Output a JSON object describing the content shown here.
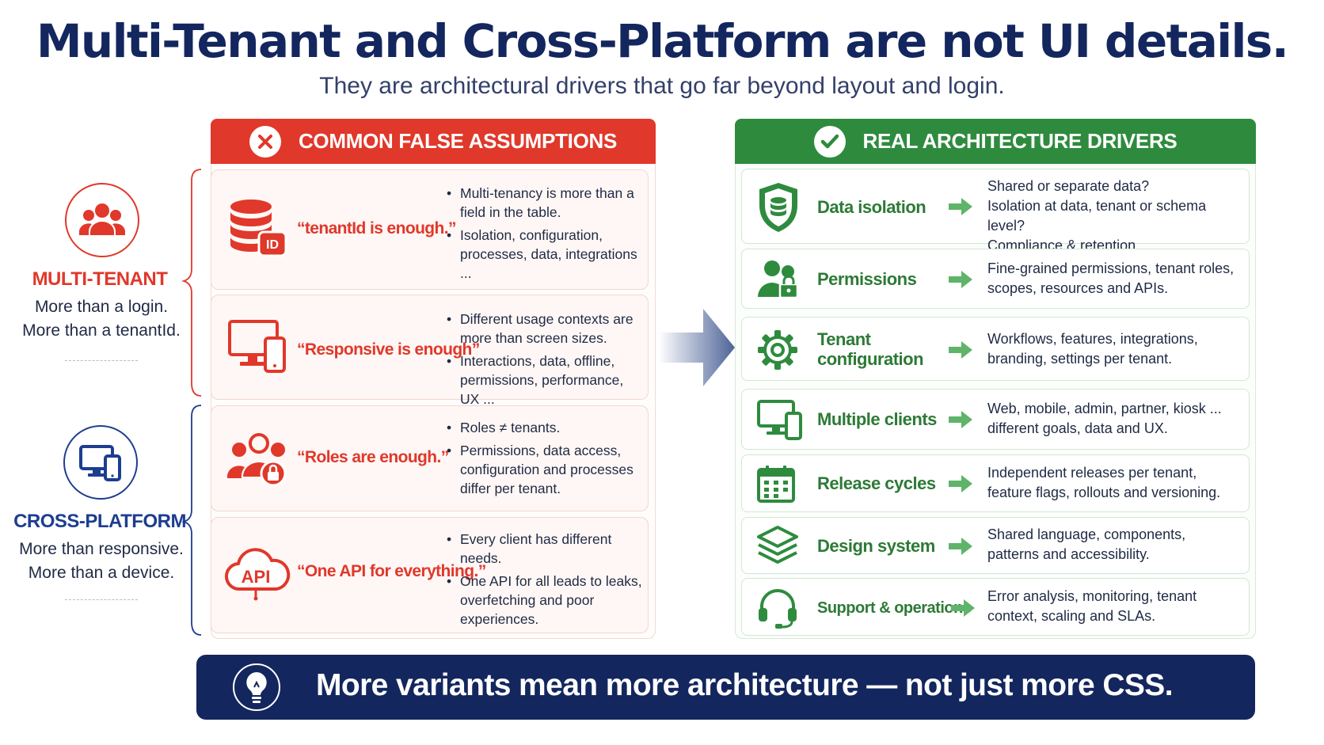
{
  "header": {
    "title": "Multi-Tenant and Cross-Platform are not UI details.",
    "subtitle": "They are architectural drivers that go far beyond layout and login."
  },
  "left_column": {
    "multi_tenant": {
      "title": "MULTI-TENANT",
      "line1": "More than a login.",
      "line2": "More than a tenantId."
    },
    "cross_platform": {
      "title": "CROSS-PLATFORM",
      "line1": "More than responsive.",
      "line2": "More than a device."
    }
  },
  "assumptions": {
    "heading": "COMMON FALSE ASSUMPTIONS",
    "items": [
      {
        "icon": "database-id-icon",
        "quote": "“tenantId is enough.”",
        "bullets": [
          "Multi-tenancy is more than a field in the table.",
          "Isolation, configuration, processes, data, integrations ..."
        ]
      },
      {
        "icon": "monitor-phone-icon",
        "quote": "“Responsive is enough”",
        "bullets": [
          "Different usage contexts are more than screen sizes.",
          "Interactions, data, offline, permissions, performance, UX ..."
        ]
      },
      {
        "icon": "users-lock-icon",
        "quote": "“Roles are enough.”",
        "bullets": [
          "Roles ≠ tenants.",
          "Permissions, data access, configuration and processes differ per tenant."
        ]
      },
      {
        "icon": "api-cloud-icon",
        "quote": "“One API for everything.”",
        "bullets": [
          "Every client has different needs.",
          "One API for all leads to leaks, overfetching and poor experiences."
        ]
      }
    ]
  },
  "drivers": {
    "heading": "REAL ARCHITECTURE DRIVERS",
    "items": [
      {
        "icon": "shield-database-icon",
        "label": "Data isolation",
        "lines": [
          "Shared or separate data?",
          "Isolation at data, tenant or schema level?",
          "Compliance & retention."
        ]
      },
      {
        "icon": "users-lock-icon",
        "label": "Permissions",
        "lines": [
          "Fine-grained permissions, tenant roles,",
          "scopes, resources and APIs."
        ]
      },
      {
        "icon": "gear-icon",
        "label": "Tenant configuration",
        "lines": [
          "Workflows, features, integrations,",
          "branding, settings per tenant."
        ]
      },
      {
        "icon": "monitor-phone-icon",
        "label": "Multiple clients",
        "lines": [
          "Web, mobile, admin, partner, kiosk ...",
          "different goals, data and UX."
        ]
      },
      {
        "icon": "calendar-icon",
        "label": "Release cycles",
        "lines": [
          "Independent releases per tenant,",
          "feature flags, rollouts and versioning."
        ]
      },
      {
        "icon": "layers-icon",
        "label": "Design system",
        "lines": [
          "Shared language, components,",
          "patterns and accessibility."
        ]
      },
      {
        "icon": "headset-icon",
        "label": "Support & operations",
        "lines": [
          "Error analysis, monitoring, tenant",
          "context, scaling and SLAs."
        ]
      }
    ]
  },
  "banner": {
    "text": "More variants mean more architecture — not just more CSS."
  },
  "colors": {
    "red": "#e0382a",
    "green": "#2e8b3e",
    "navy": "#13265e",
    "blue": "#1d3d8f"
  }
}
